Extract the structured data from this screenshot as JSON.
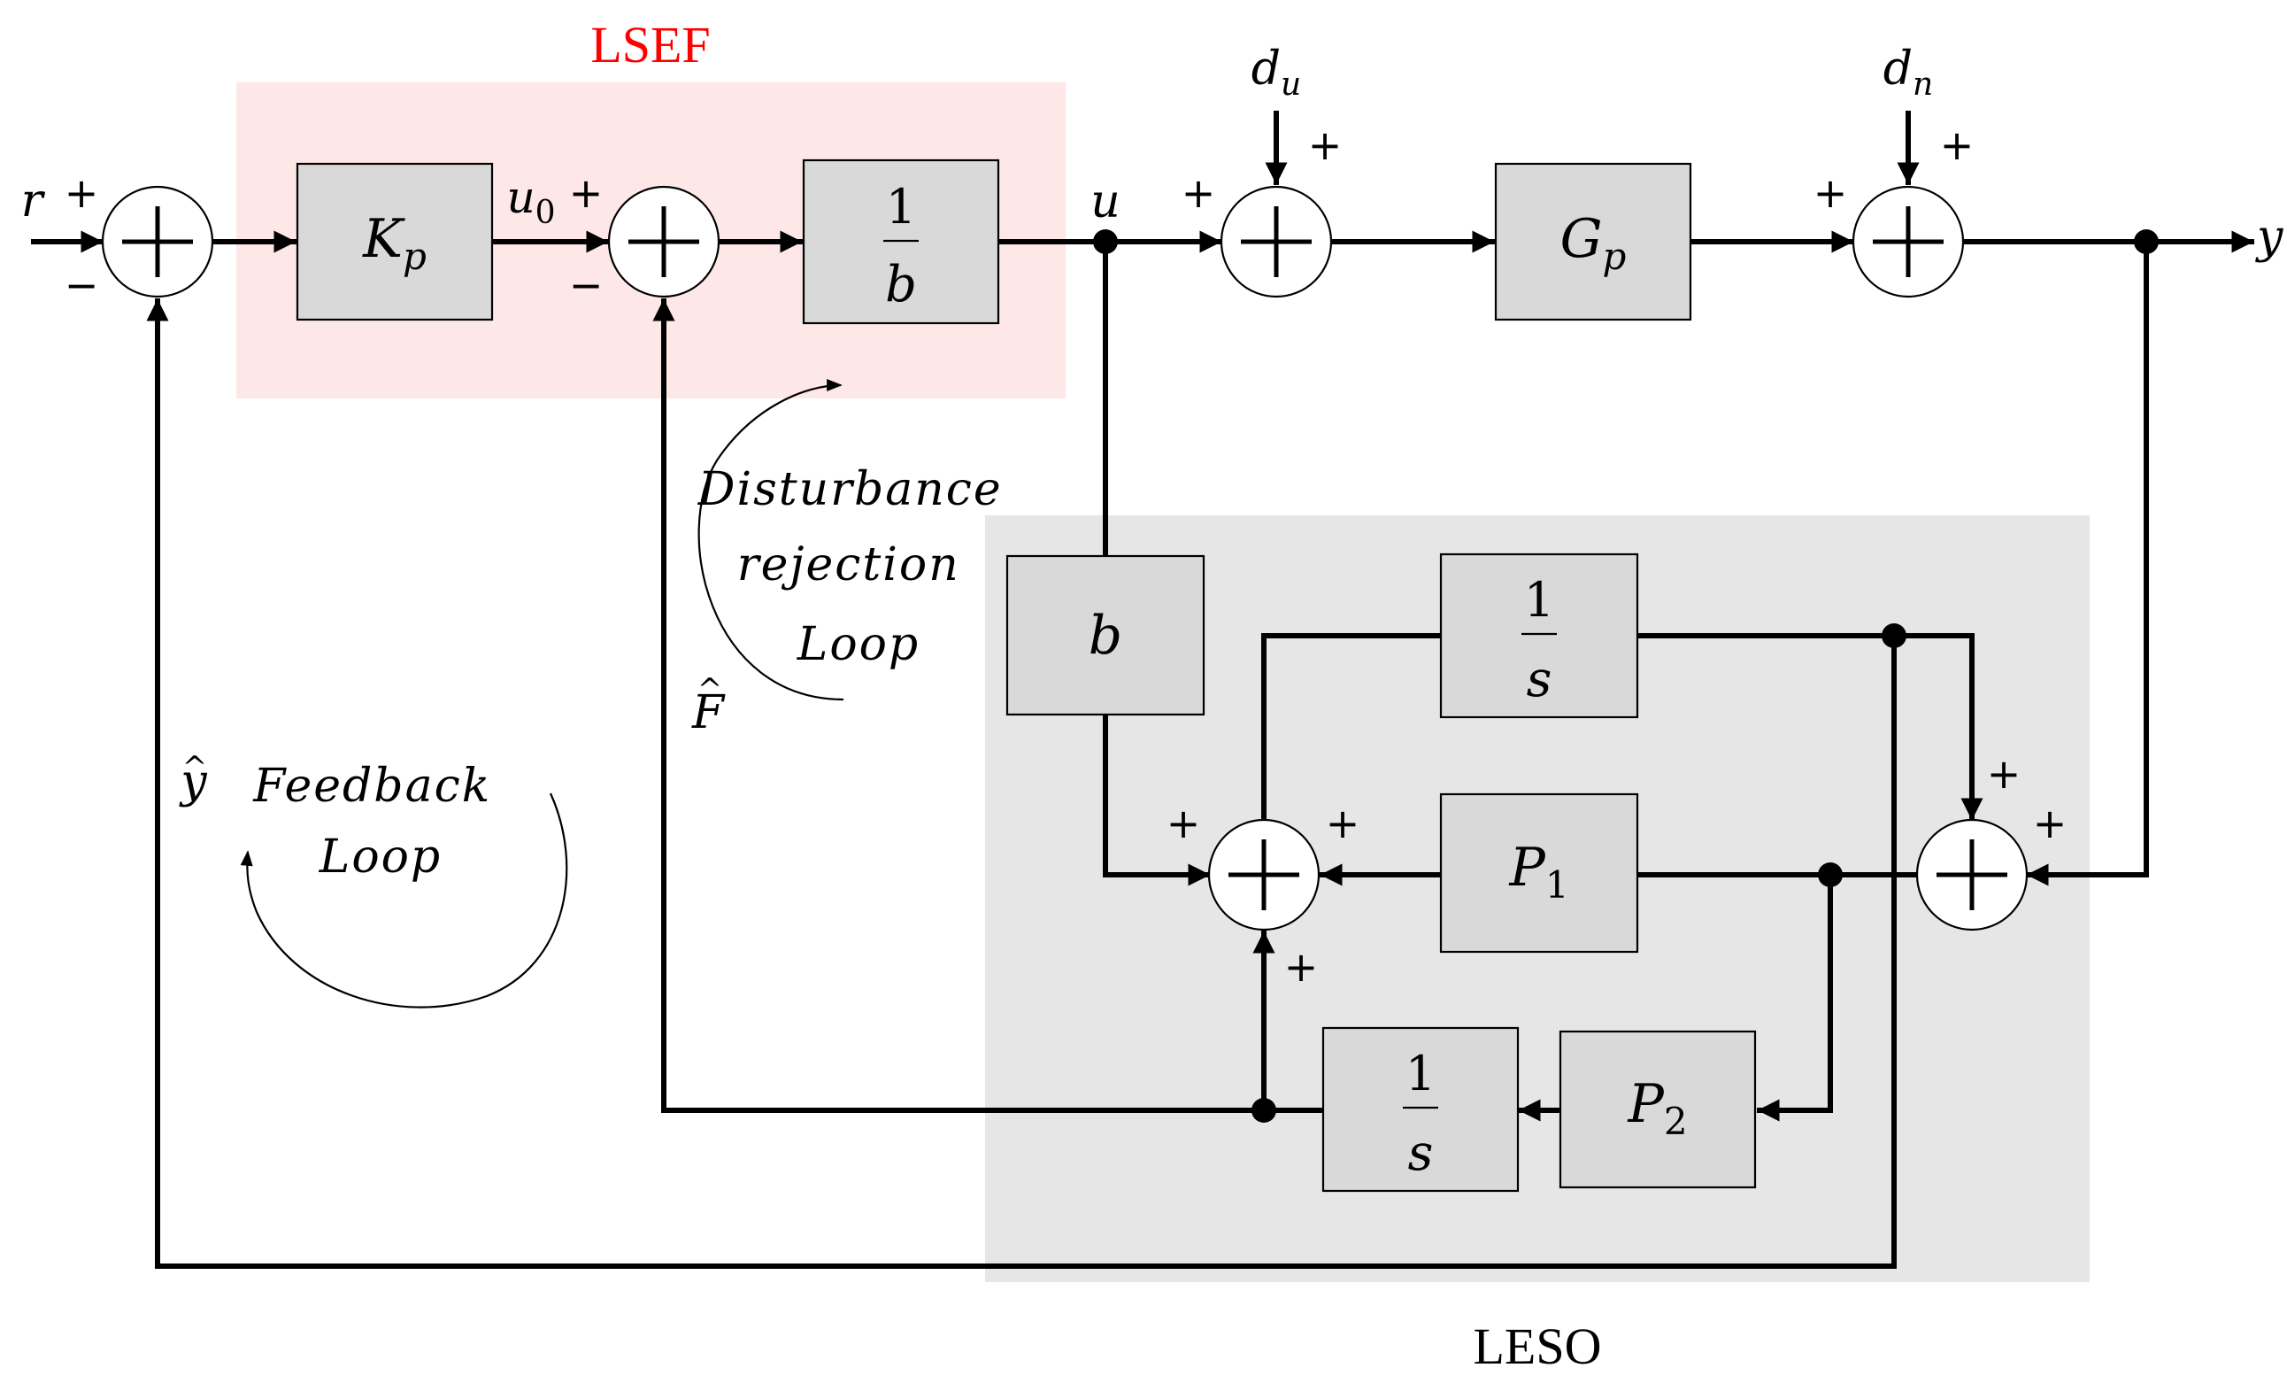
{
  "regions": {
    "lsef": {
      "label": "LSEF",
      "fill": "#fde7e7",
      "label_color": "#ff0000"
    },
    "leso": {
      "label": "LESO",
      "fill": "#e6e6e6",
      "label_color": "#000000"
    }
  },
  "blocks": {
    "kp": {
      "main": "K",
      "sub": "p"
    },
    "inv_b": {
      "num": "1",
      "den": "b"
    },
    "gp": {
      "main": "G",
      "sub": "p"
    },
    "b": {
      "main": "b"
    },
    "int1": {
      "num": "1",
      "den": "s"
    },
    "p1": {
      "main": "P",
      "sub": "1"
    },
    "int2": {
      "num": "1",
      "den": "s"
    },
    "p2": {
      "main": "P",
      "sub": "2"
    }
  },
  "signals": {
    "r": "r",
    "u0": {
      "main": "u",
      "sub": "0"
    },
    "u": "u",
    "du": {
      "main": "d",
      "sub": "u"
    },
    "dn": {
      "main": "d",
      "sub": "n"
    },
    "y": "y",
    "f_hat": "F",
    "y_hat": "y",
    "hat": "^"
  },
  "signs": {
    "plus": "+",
    "minus": "−"
  },
  "loops": {
    "disturbance": [
      "Disturbance",
      "rejection",
      "Loop"
    ],
    "feedback": [
      "Feedback",
      "Loop"
    ]
  }
}
